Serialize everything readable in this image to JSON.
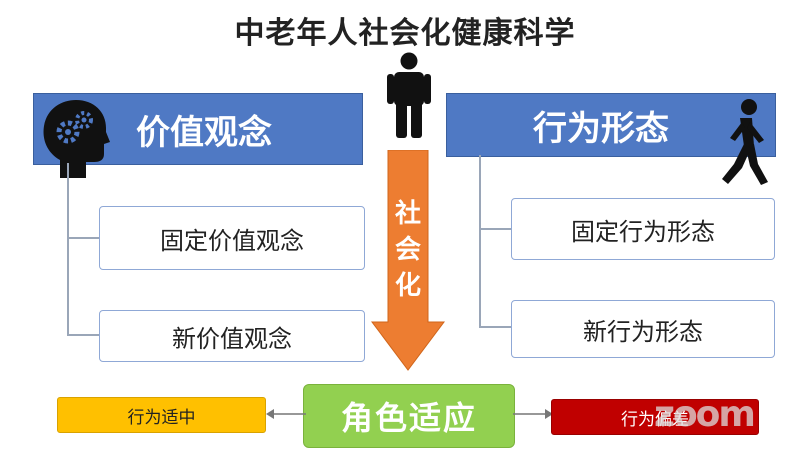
{
  "title": "中老年人社会化健康科学",
  "left": {
    "header": "价值观念",
    "items": [
      "固定价值观念",
      "新价值观念"
    ]
  },
  "right": {
    "header": "行为形态",
    "items": [
      "固定行为形态",
      "新行为形态"
    ]
  },
  "arrow": {
    "chars": [
      "社",
      "会",
      "化"
    ]
  },
  "role": "角色适应",
  "outcomes": {
    "left": "行为适中",
    "right": "行为偏差"
  },
  "watermark": "zoom",
  "icons": {
    "head": "head-gears-icon",
    "person": "standing-person-icon",
    "walker": "walking-person-icon"
  },
  "colors": {
    "header_blue": "#4f79c4",
    "arrow_orange": "#ed7d31",
    "role_green": "#92d050",
    "moderate_yellow": "#ffc000",
    "deviation_red": "#c00000"
  }
}
